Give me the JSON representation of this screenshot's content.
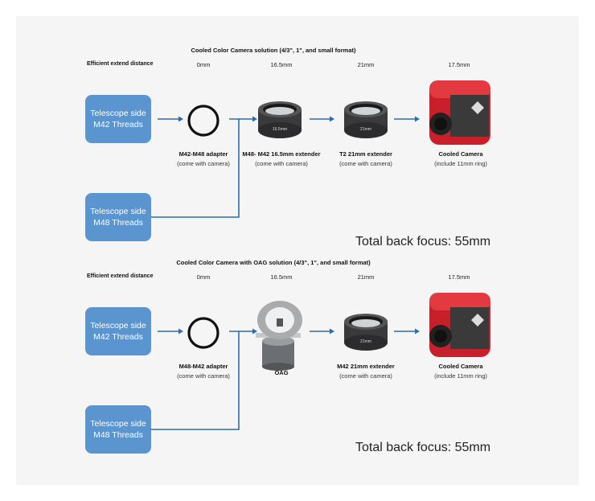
{
  "sections": [
    {
      "title": "Cooled Color Camera solution (4/3\", 1\", and small format)",
      "extend_label": "Efficient extend distance",
      "distances": [
        "0mm",
        "16.5mm",
        "21mm",
        "17.5mm"
      ],
      "telescope_boxes": [
        {
          "line1": "Telescope side",
          "line2": "M42 Threads"
        },
        {
          "line1": "Telescope side",
          "line2": "M48 Threads"
        }
      ],
      "components": [
        {
          "name": "M42-M48 adapter",
          "note": "(come with camera)",
          "kind": "ring"
        },
        {
          "name": "M48- M42 16.5mm extender",
          "note": "(come with camera)",
          "kind": "extender",
          "engraving": "16.5mm"
        },
        {
          "name": "T2 21mm extender",
          "note": "(come with camera)",
          "kind": "extender",
          "engraving": "21mm"
        },
        {
          "name": "Cooled Camera",
          "note": "(include 11mm ring)",
          "kind": "camera"
        }
      ],
      "total": "Total back focus: 55mm"
    },
    {
      "title": "Cooled Color Camera with OAG solution (4/3\", 1\", and small format)",
      "extend_label": "Efficient extend distance",
      "distances": [
        "0mm",
        "16.5mm",
        "21mm",
        "17.5mm"
      ],
      "telescope_boxes": [
        {
          "line1": "Telescope side",
          "line2": "M42 Threads"
        },
        {
          "line1": "Telescope side",
          "line2": "M48 Threads"
        }
      ],
      "components": [
        {
          "name": "M48-M42 adapter",
          "note": "(come with camera)",
          "kind": "ring"
        },
        {
          "name": "OAG",
          "note": "",
          "kind": "oag"
        },
        {
          "name": "M42 21mm extender",
          "note": "(come with camera)",
          "kind": "extender",
          "engraving": "21mm"
        },
        {
          "name": "Cooled Camera",
          "note": "(include 11mm ring)",
          "kind": "camera"
        }
      ],
      "total": "Total back focus: 55mm"
    }
  ],
  "colors": {
    "box": "#5b95cf",
    "arrow": "#2e6da8",
    "camera": "#c8202a"
  }
}
